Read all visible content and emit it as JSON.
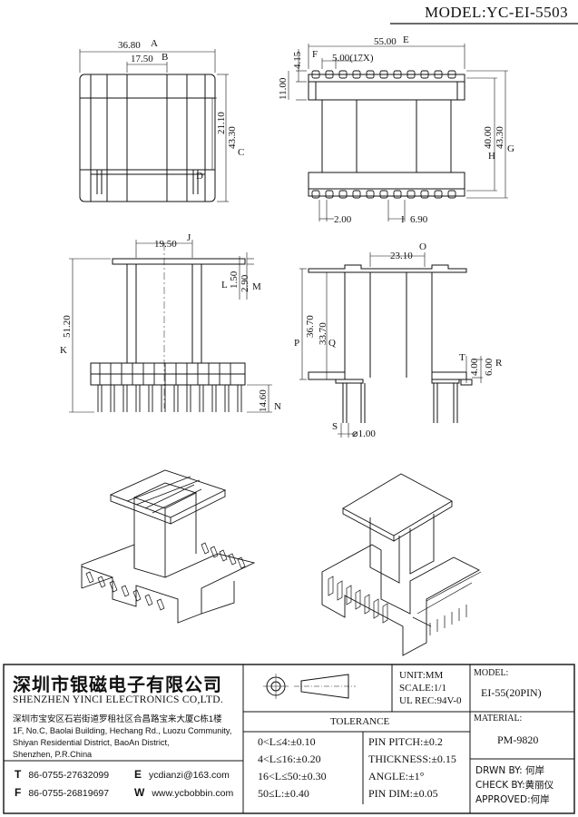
{
  "model_title": "MODEL:YC-EI-5503",
  "dimensions": {
    "top_view": {
      "width_a": "36.80",
      "label_a": "A",
      "width_b": "17.50",
      "label_b": "B",
      "height_c": "43.30",
      "label_c": "C",
      "height_d": "21.10",
      "label_d": "D"
    },
    "right_top_view": {
      "width_e": "55.00",
      "label_e": "E",
      "pitch": "5.00(17X)",
      "label_f": "F",
      "dim_415": "4.15",
      "dim_11": "11.00",
      "label_h": "H",
      "dim_40": "40.00",
      "label_g": "G",
      "dim_433": "43.30",
      "dim_2": "2.00",
      "label_i": "I",
      "dim_69": "6.90"
    },
    "front_view": {
      "width_j": "19.50",
      "label_j": "J",
      "label_k": "K",
      "dim_512": "51.20",
      "label_l": "L",
      "dim_15": "1.50",
      "dim_29": "2.90",
      "label_m": "M",
      "dim_146": "14.60",
      "label_n": "N"
    },
    "side_view": {
      "width_o": "23.10",
      "label_o": "O",
      "label_p": "P",
      "dim_367": "36.70",
      "label_q": "Q",
      "dim_337": "33.70",
      "label_t": "T",
      "label_r": "R",
      "dim_4": "4.00",
      "dim_6": "6.00",
      "label_s": "S",
      "dim_pin": "⌀1.00"
    }
  },
  "title_block": {
    "company_cn": "深圳市银磁电子有限公司",
    "company_en": "SHENZHEN YINCI ELECTRONICS CO,LTD.",
    "address_lines": [
      "深圳市宝安区石岩街道罗租社区合昌路宝来大厦C栋1楼",
      "1F, No.C, Baolai Building, Hechang Rd., Luozu Community,",
      "Shiyan Residential District, BaoAn District,",
      "Shenzhen, P.R.China"
    ],
    "phone_label": "T",
    "phone": "86-0755-27632099",
    "fax_label": "F",
    "fax": "86-0755-26819697",
    "email_label": "E",
    "email": "ycdianzi@163.com",
    "web_label": "W",
    "web": "www.ycbobbin.com",
    "unit": "UNIT:MM",
    "scale": "SCALE:1/1",
    "ul": "UL REC:94V-0",
    "model_label": "MODEL:",
    "model_value": "EI-55(20PIN)",
    "material_label": "MATERIAL:",
    "material_value": "PM-9820",
    "tolerance_label": "TOLERANCE",
    "tolerances": [
      "0<L≤4:±0.10",
      "4<L≤16:±0.20",
      "16<L≤50:±0.30",
      "50≤L:±0.40"
    ],
    "pin_pitch": "PIN PITCH:±0.2",
    "thickness": "THICKNESS:±0.15",
    "angle": "ANGLE:±1°",
    "pin_dim": "PIN DIM:±0.05",
    "drawn_by": "DRWN BY: 何岸",
    "check_by": "CHECK BY:黄丽仪",
    "approved": "APPROVED:何岸"
  }
}
